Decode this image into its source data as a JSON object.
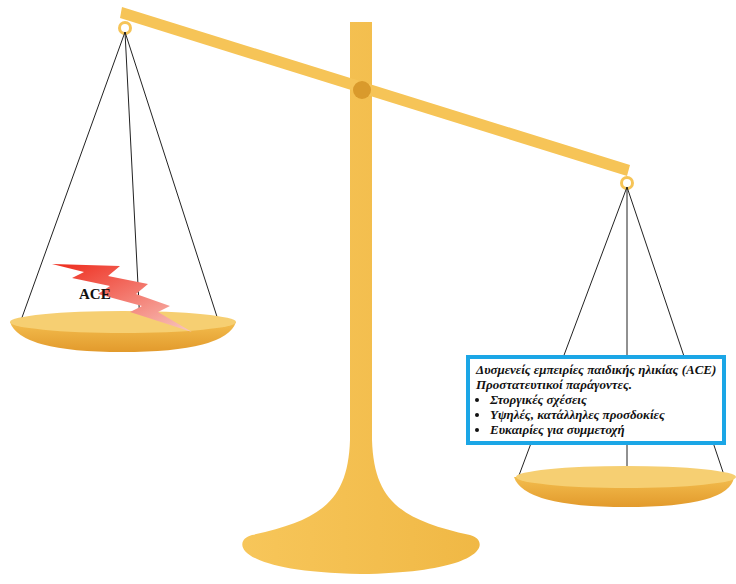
{
  "diagram": {
    "nodes": [
      {
        "text": [
          "ACE"
        ]
      },
      {
        "text": [
          "Δυσμενείς εμπειρίες παιδικής ηλικίας (ACE)",
          "Προστατευτικοί παράγοντες.",
          "Στοργικές σχέσεις",
          "Υψηλές, κατάλληλες προσδοκίες",
          "Ευκαιρίες για συμμετοχή"
        ]
      }
    ]
  }
}
